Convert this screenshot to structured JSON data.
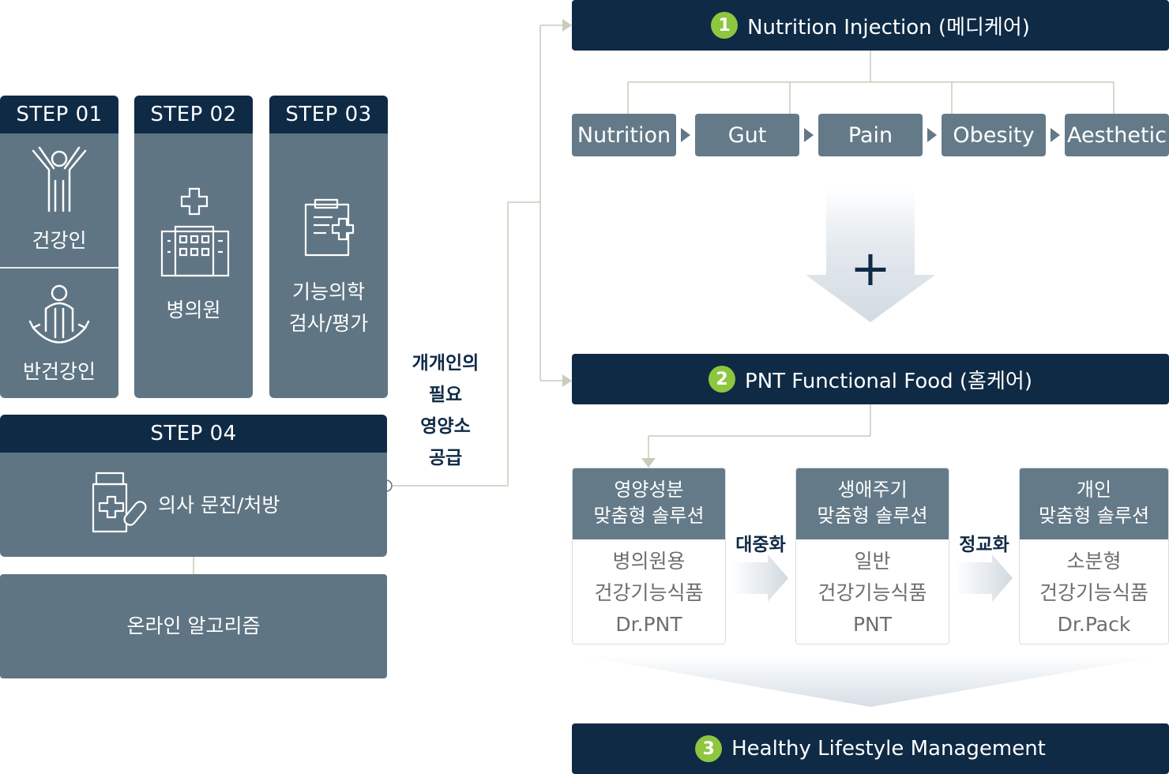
{
  "steps": {
    "step1": {
      "title": "STEP 01",
      "item_a": "건강인",
      "item_b": "반건강인"
    },
    "step2": {
      "title": "STEP 02",
      "item": "병의원"
    },
    "step3": {
      "title": "STEP 03",
      "item_line1": "기능의학",
      "item_line2": "검사/평가"
    },
    "step4": {
      "title": "STEP 04",
      "item": "의사 문진/처방"
    },
    "online": "온라인 알고리즘"
  },
  "supply_label": [
    "개개인의",
    "필요",
    "영양소",
    "공급"
  ],
  "section1": {
    "num": "1",
    "title": "Nutrition Injection (메디케어)",
    "categories": [
      "Nutrition",
      "Gut",
      "Pain",
      "Obesity",
      "Aesthetic"
    ]
  },
  "plus_symbol": "+",
  "section2": {
    "num": "2",
    "title": "PNT Functional Food (홈케어)",
    "solutions": [
      {
        "head1": "영양성분",
        "head2": "맞춤형 솔루션",
        "body": [
          "병의원용",
          "건강기능식품",
          "Dr.PNT"
        ]
      },
      {
        "head1": "생애주기",
        "head2": "맞춤형 솔루션",
        "body": [
          "일반",
          "건강기능식품",
          "PNT"
        ]
      },
      {
        "head1": "개인",
        "head2": "맞춤형 솔루션",
        "body": [
          "소분형",
          "건강기능식품",
          "Dr.Pack"
        ]
      }
    ],
    "transitions": [
      "대중화",
      "정교화"
    ]
  },
  "section3": {
    "num": "3",
    "title": "Healthy Lifestyle Management"
  },
  "colors": {
    "navy": "#0f2a45",
    "slate": "#5f7583",
    "accent_green": "#8dc63f",
    "connector": "#c9ccb8"
  }
}
